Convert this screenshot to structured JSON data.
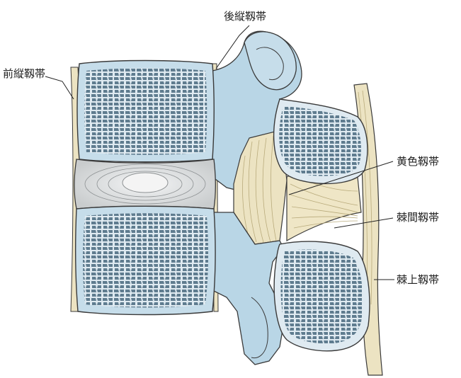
{
  "labels": {
    "posterior_longitudinal": "後縦靱帯",
    "anterior_longitudinal": "前縦靱帯",
    "ligamentum_flavum": "黄色靱帯",
    "interspinous": "棘間靱帯",
    "supraspinous": "棘上靱帯"
  },
  "colors": {
    "bone_blue": "#b9d6e6",
    "bone_blue_dark": "#9cc1d8",
    "trabecular": "#5f7c8f",
    "disc_gray": "#d8dadb",
    "nucleus": "#f2f2f2",
    "ligament_cream": "#ece3c2",
    "outline": "#3a3a3a"
  }
}
